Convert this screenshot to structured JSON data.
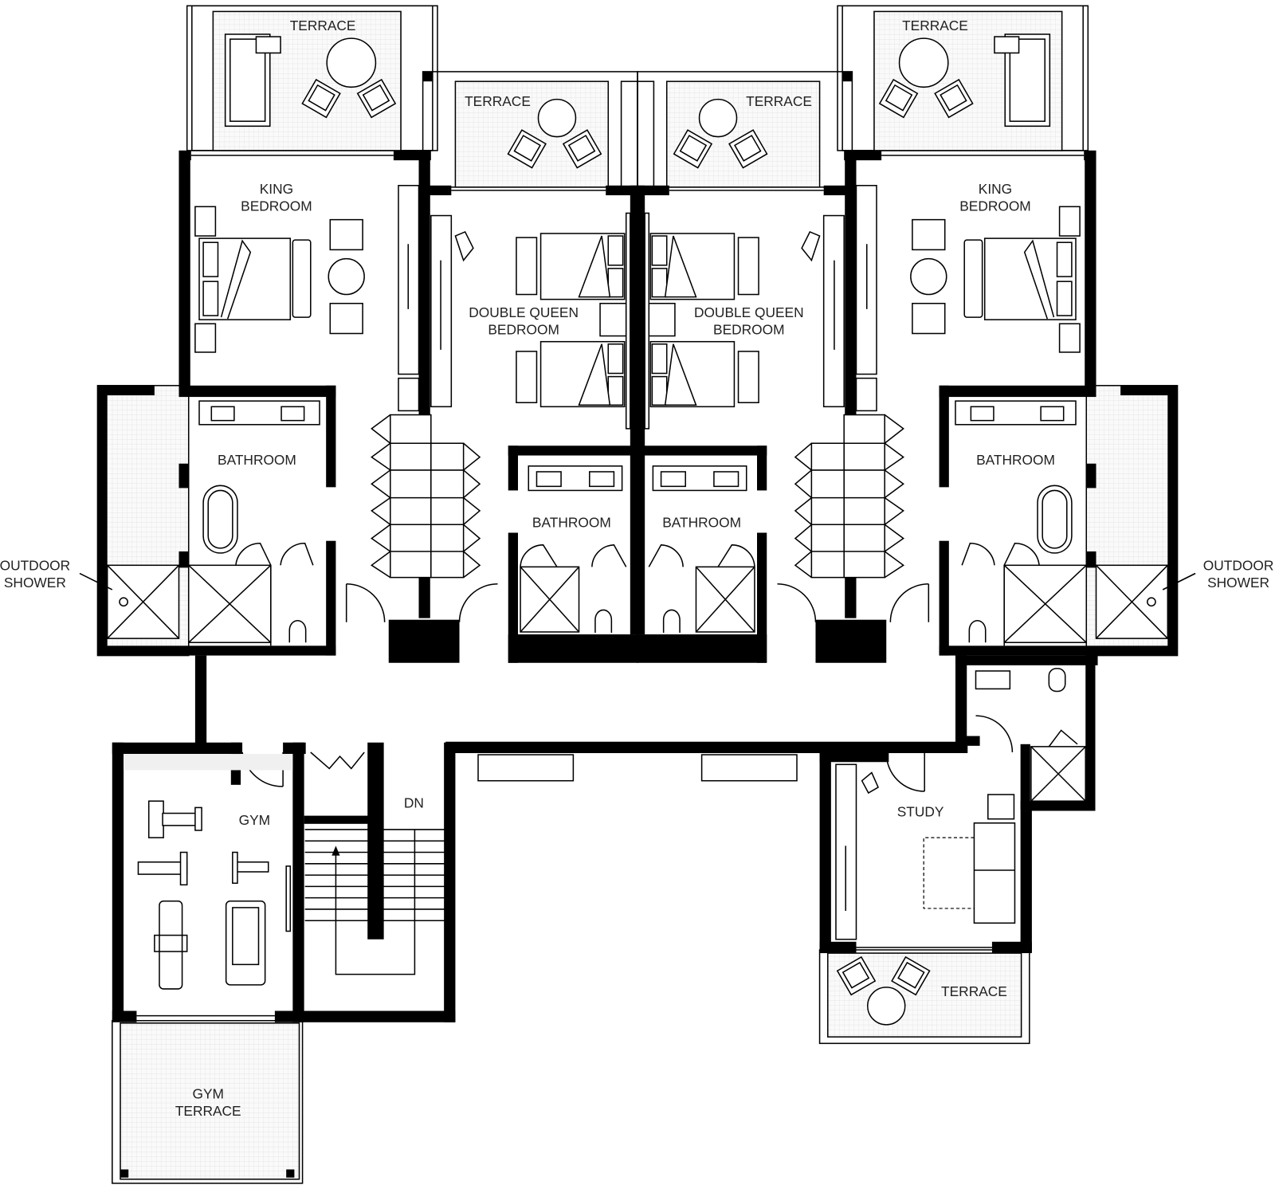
{
  "plan": {
    "rooms": {
      "terrace_king_left": "TERRACE",
      "terrace_queen_left": "TERRACE",
      "terrace_queen_right": "TERRACE",
      "terrace_king_right": "TERRACE",
      "king_left": [
        "KING",
        "BEDROOM"
      ],
      "king_right": [
        "KING",
        "BEDROOM"
      ],
      "queen_left": [
        "DOUBLE QUEEN",
        "BEDROOM"
      ],
      "queen_right": [
        "DOUBLE QUEEN",
        "BEDROOM"
      ],
      "bath_king_left": "BATHROOM",
      "bath_king_right": "BATHROOM",
      "bath_queen_left": "BATHROOM",
      "bath_queen_right": "BATHROOM",
      "shower_left": [
        "OUTDOOR",
        "SHOWER"
      ],
      "shower_right": [
        "OUTDOOR",
        "SHOWER"
      ],
      "gym": "GYM",
      "stair": "DN",
      "study": "STUDY",
      "terrace_study": "TERRACE",
      "gym_terrace": [
        "GYM",
        "TERRACE"
      ]
    }
  }
}
